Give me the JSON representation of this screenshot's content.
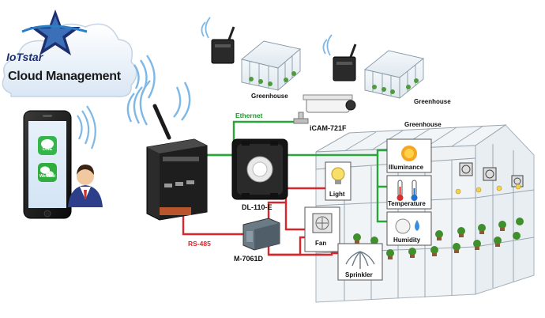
{
  "cloud": {
    "brand": "IoTstar",
    "title": "Cloud Management"
  },
  "phone": {
    "apps": [
      "LINE",
      "WeChat"
    ]
  },
  "links": {
    "ethernet": "Ethernet",
    "rs485": "RS-485"
  },
  "devices": {
    "camera": "iCAM-721F",
    "controller": "DL-110-E",
    "io_module": "M-7061D",
    "greenhouse_left": "Greenhouse",
    "greenhouse_right": "Greenhouse",
    "greenhouse_main": "Greenhouse"
  },
  "equipment": {
    "light": "Light",
    "fan": "Fan",
    "sprinkler": "Sprinkler"
  },
  "sensors": {
    "illuminance": "Illuminance",
    "temperature": "Temperature",
    "humidity": "Humidity"
  },
  "colors": {
    "ethernet": "#1a9a2a",
    "rs485": "#d8262b",
    "sensor_link": "#2aa53a",
    "brand": "#1d2f6f"
  }
}
